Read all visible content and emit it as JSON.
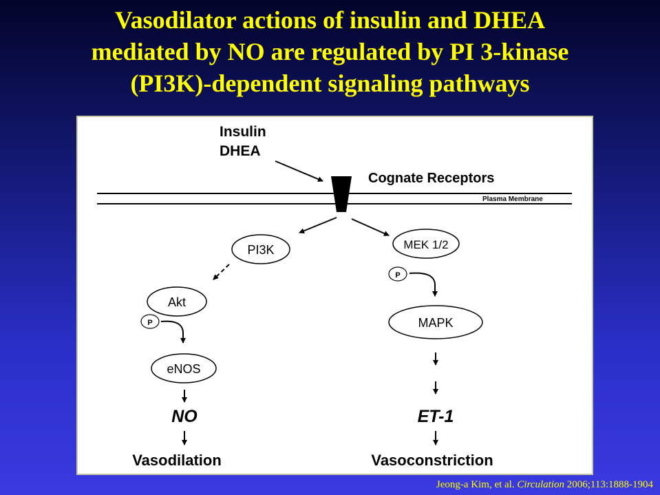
{
  "slide": {
    "title_lines": [
      "Vasodilator actions of insulin and DHEA",
      "mediated by NO are regulated by PI 3-kinase",
      "(PI3K)-dependent signaling pathways"
    ],
    "citation": {
      "authors": "Jeong-a Kim, et al.",
      "journal": "Circulation",
      "ref": "2006;113:1888-1904"
    }
  },
  "diagram": {
    "ligands": [
      "Insulin",
      "DHEA"
    ],
    "receptor_label": "Cognate Receptors",
    "membrane_label": "Plasma Membrane",
    "left_pathway": {
      "kinase": "PI3K",
      "effector": "Akt",
      "phospho": "P",
      "enzyme": "eNOS",
      "product": "NO",
      "outcome": "Vasodilation"
    },
    "right_pathway": {
      "kinase": "MEK 1/2",
      "phospho": "P",
      "effector": "MAPK",
      "product": "ET-1",
      "outcome": "Vasoconstriction"
    },
    "colors": {
      "title": "#ffff00",
      "background_top": "#03042a",
      "background_bottom": "#3a3ae0",
      "figure_bg": "#ffffff",
      "ink": "#000000"
    }
  }
}
